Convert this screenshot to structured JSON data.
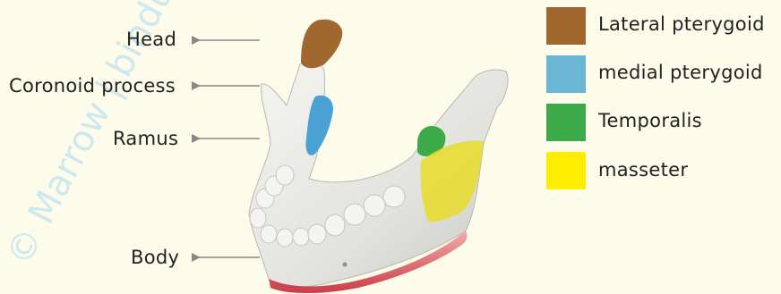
{
  "labels": {
    "head": "Head",
    "coronoid": "Coronoid process",
    "ramus": "Ramus",
    "body": "Body"
  },
  "legend": [
    {
      "label": "Lateral pterygoid",
      "color": "#a0672f"
    },
    {
      "label": "medial pterygoid",
      "color": "#6ab8d6"
    },
    {
      "label": "Temporalis",
      "color": "#3daa4a"
    },
    {
      "label": "masseter",
      "color": "#ffee00"
    }
  ],
  "watermark": "© Marrow | bindu thiru"
}
